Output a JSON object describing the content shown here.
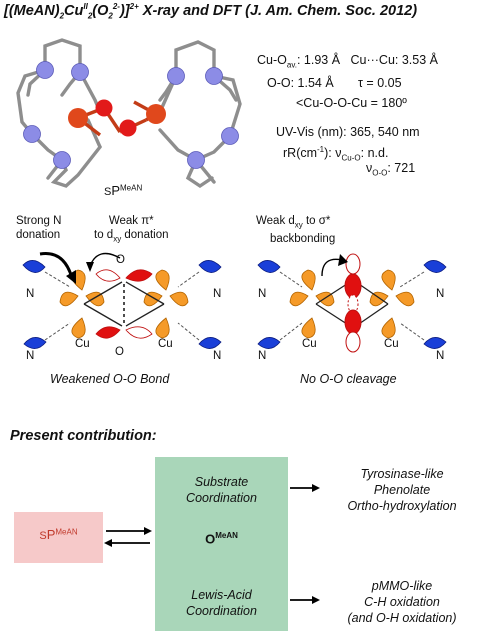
{
  "title": {
    "text_html": "[(MeAN)<sub>2</sub>Cu<sup>II</sup><sub>2</sub>(O<sub>2</sub><sup>2-</sup>)]<sup>2+</sup> X-ray and DFT (J. Am. Chem. Soc. 2012)"
  },
  "structure": {
    "label_prefix": "S",
    "label_P": "P",
    "label_sup": "MeAN"
  },
  "properties": {
    "cu_o": "Cu-O",
    "cu_o_sub": "av.",
    "cu_o_val": ": 1.93 Å",
    "cu_cu": "Cu···Cu: 3.53 Å",
    "o_o": "O-O: 1.54 Å",
    "tau": "τ = 0.05",
    "dihedral": "<Cu-O-O-Cu = 180º",
    "uvvis": "UV-Vis (nm): 365, 540 nm",
    "rr_label": "rR(cm",
    "rr_sup": "-1",
    "rr_tail": "): ν",
    "rr_sub": "Cu-O",
    "rr_val": ": n.d.",
    "v_oo": "ν",
    "v_oo_sub": "O-O",
    "v_oo_val": ": 721"
  },
  "left_panel": {
    "strong_n_line1": "Strong N",
    "strong_n_line2": "donation",
    "weak_pi_line1": "Weak π*",
    "weak_pi_line2": "to d",
    "weak_pi_sub": "xy",
    "weak_pi_tail": " donation",
    "caption": "Weakened O-O Bond",
    "atom_n": "N",
    "atom_cu": "Cu",
    "atom_o": "O"
  },
  "right_panel": {
    "weak_dxy_line1_a": "Weak d",
    "weak_dxy_sub": "xy",
    "weak_dxy_line1_b": " to σ*",
    "weak_dxy_line2": "backbonding",
    "caption": "No O-O cleavage"
  },
  "contribution": {
    "heading": "Present contribution:",
    "sp_prefix": "S",
    "sp_P": "P",
    "sp_sup": "MeAN",
    "o_label": "O",
    "o_sup": "MeAN",
    "substrate_line1": "Substrate",
    "substrate_line2": "Coordination",
    "lewis_line1": "Lewis-Acid",
    "lewis_line2": "Coordination",
    "out1_line1": "Tyrosinase-like",
    "out1_line2": "Phenolate",
    "out1_line3": "Ortho-hydroxylation",
    "out2_line1": "pMMO-like",
    "out2_line2": "C-H oxidation",
    "out2_line3": "(and O-H oxidation)"
  },
  "colors": {
    "nitrogen": "#8c8ce6",
    "copper": "#e0481c",
    "oxygen": "#e21a1a",
    "carbon": "#9a9a9a",
    "n_lobe": "#1a3fd8",
    "cu_lobe": "#f59a28",
    "o_lobe": "#e01010",
    "green_box": "#a9d6b9",
    "pink_box": "#f6c9c9"
  }
}
